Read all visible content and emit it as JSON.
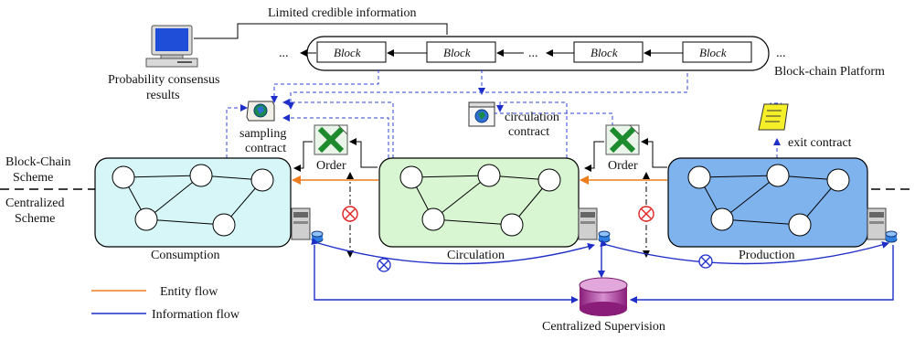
{
  "top_label": "Limited credible information",
  "blockchain": {
    "ellipsis": "...",
    "blocks": [
      "Block",
      "Block",
      "Block",
      "Block"
    ],
    "platform_label": "Block-chain Platform"
  },
  "computer_label": [
    "Probability consensus",
    "results"
  ],
  "contracts": {
    "sampling": [
      "sampling",
      "contract"
    ],
    "circulation": [
      "circulation",
      "contract"
    ],
    "exit": "exit contract"
  },
  "order_labels": [
    "Order",
    "Order"
  ],
  "schemes": {
    "blockchain": [
      "Block-Chain",
      "Scheme"
    ],
    "centralized": [
      "Centralized",
      "Scheme"
    ]
  },
  "nodes": {
    "consumption": "Consumption",
    "circulation": "Circulation",
    "production": "Production"
  },
  "supervision_label": "Centralized Supervision",
  "legend": {
    "entity_flow": "Entity flow",
    "information_flow": "Information flow"
  },
  "colors": {
    "consumption_fill": "#d6f6f8",
    "circulation_fill": "#d9f6d3",
    "production_fill": "#7fb3ee",
    "entity_flow": "#ee7d1e",
    "information_flow": "#1e2ec8",
    "dashed_link": "#2e46d8"
  }
}
